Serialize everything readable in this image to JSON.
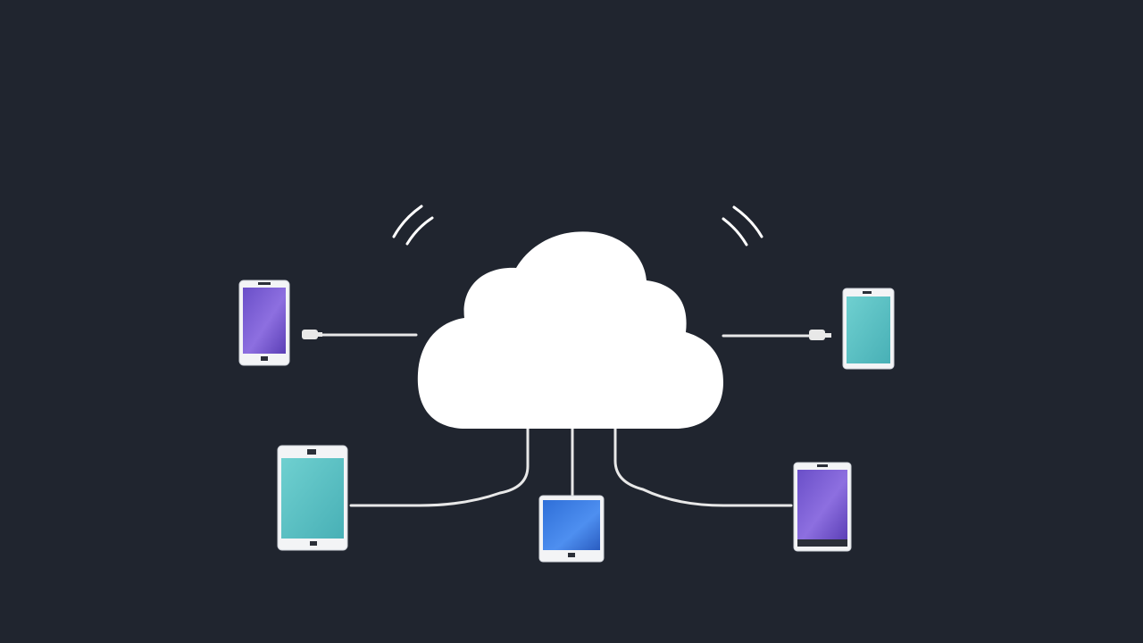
{
  "colors": {
    "background": "#20252f",
    "cloud": "#ffffff",
    "cable": "#e8e8e8",
    "device_frame": "#f3f4f6",
    "screen_purple": "#7b5fd0",
    "screen_teal": "#5cc4c4",
    "screen_blue": "#3f7fe0"
  },
  "diagram": {
    "hub": {
      "name": "cloud",
      "icon": "cloud-icon"
    },
    "devices": [
      {
        "id": "phone-top-left",
        "kind": "phone",
        "icon": "smartphone-icon",
        "screen": "purple"
      },
      {
        "id": "tablet-top-right",
        "kind": "tablet",
        "icon": "tablet-icon",
        "screen": "teal"
      },
      {
        "id": "tablet-bottom-left",
        "kind": "tablet",
        "icon": "tablet-icon",
        "screen": "teal"
      },
      {
        "id": "tablet-bottom-center",
        "kind": "tablet",
        "icon": "tablet-icon",
        "screen": "blue"
      },
      {
        "id": "tablet-bottom-right",
        "kind": "tablet",
        "icon": "tablet-icon",
        "screen": "purple"
      }
    ],
    "connections": [
      {
        "from": "cloud",
        "to": "phone-top-left",
        "style": "cable-with-plug"
      },
      {
        "from": "cloud",
        "to": "tablet-top-right",
        "style": "cable-with-plug"
      },
      {
        "from": "cloud",
        "to": "tablet-bottom-left",
        "style": "cable"
      },
      {
        "from": "cloud",
        "to": "tablet-bottom-center",
        "style": "cable"
      },
      {
        "from": "cloud",
        "to": "tablet-bottom-right",
        "style": "cable"
      }
    ],
    "signals": [
      {
        "name": "wireless-signal-left",
        "icon": "signal-waves-icon"
      },
      {
        "name": "wireless-signal-right",
        "icon": "signal-waves-icon"
      }
    ]
  }
}
